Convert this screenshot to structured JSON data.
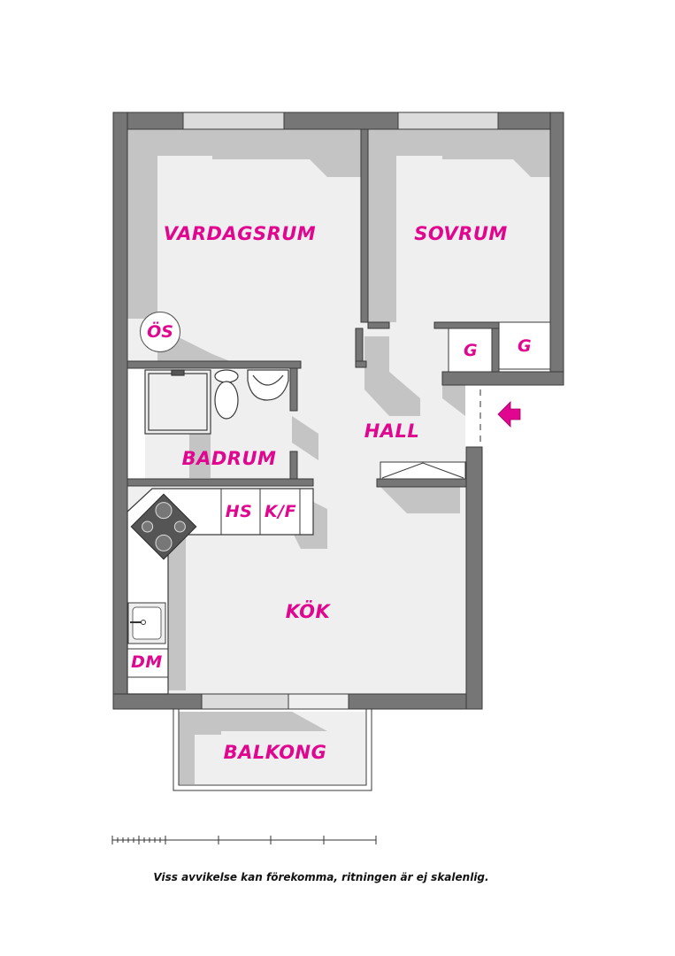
{
  "colors": {
    "wall": "#767676",
    "wall_edge": "#3a3a3a",
    "floor": "#efefef",
    "shadow": "#c4c4c4",
    "window": "#dcdcdc",
    "fixture": "#ffffff",
    "accent": "#e0068f"
  },
  "rooms": {
    "vardagsrum": "VARDAGSRUM",
    "sovrum": "SOVRUM",
    "hall": "HALL",
    "badrum": "BADRUM",
    "kok": "KÖK",
    "balkong": "BALKONG"
  },
  "fixtures": {
    "os": "ÖS",
    "garderob_1": "G",
    "garderob_2": "G",
    "hs": "HS",
    "kf": "K/F",
    "dm": "DM"
  },
  "entrance": {
    "icon": "entrance-arrow-icon",
    "direction": "left"
  },
  "scale_bar": {
    "minor_ticks": 10,
    "major_segments": 4
  },
  "footer": {
    "disclaimer": "Viss avvikelse kan förekomma, ritningen är ej skalenlig."
  }
}
